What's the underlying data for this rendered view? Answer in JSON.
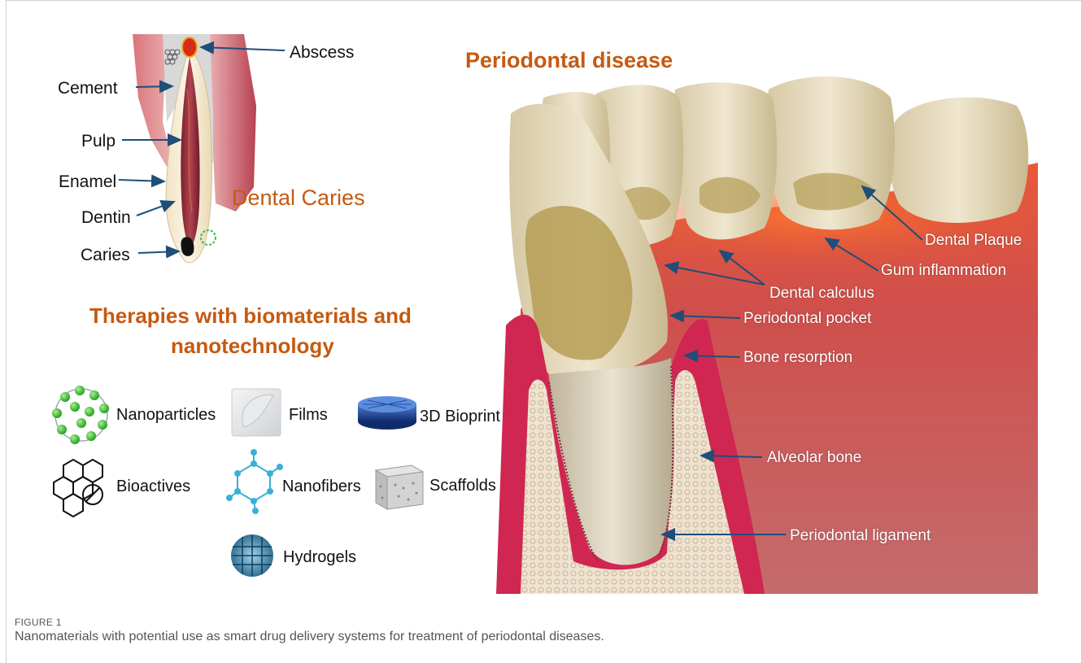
{
  "tooth_section": {
    "labels": {
      "abscess": "Abscess",
      "cement": "Cement",
      "pulp": "Pulp",
      "enamel": "Enamel",
      "dentin": "Dentin",
      "caries": "Caries"
    },
    "title": "Dental Caries"
  },
  "therapies": {
    "title_line1": "Therapies with biomaterials and",
    "title_line2": "nanotechnology",
    "items": {
      "nanoparticles": "Nanoparticles",
      "films": "Films",
      "bioprint": "3D Bioprint",
      "bioactives": "Bioactives",
      "nanofibers": "Nanofibers",
      "scaffolds": "Scaffolds",
      "hydrogels": "Hydrogels"
    }
  },
  "periodontal": {
    "title": "Periodontal disease",
    "labels": {
      "dental_plaque": "Dental Plaque",
      "gum_inflammation": "Gum inflammation",
      "dental_calculus": "Dental calculus",
      "periodontal_pocket": "Periodontal pocket",
      "bone_resorption": "Bone resorption",
      "alveolar_bone": "Alveolar bone",
      "periodontal_ligament": "Periodontal ligament"
    }
  },
  "caption": {
    "figure_label": "FIGURE 1",
    "text": "Nanomaterials with potential use as smart drug delivery systems for treatment of periodontal diseases."
  },
  "colors": {
    "accent_orange": "#c55a11",
    "arrow_blue": "#1f4e79",
    "gum_red": "#c8284a"
  }
}
